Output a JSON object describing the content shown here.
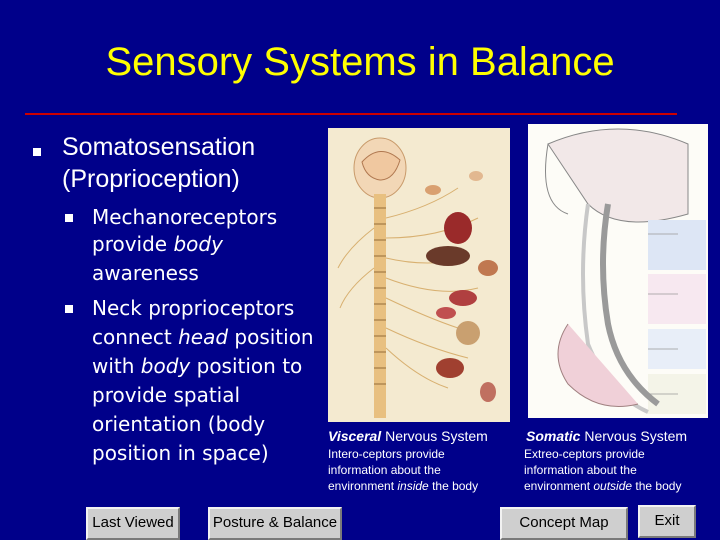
{
  "slide": {
    "title": "Sensory Systems in Balance",
    "bullet1": {
      "line1": "Somatosensation",
      "line2": "(Proprioception)"
    },
    "sub1": {
      "l1": "Mechanoreceptors",
      "l2a": "provide ",
      "l2b": "body",
      "l3": "awareness"
    },
    "sub2": {
      "l1": "Neck proprioceptors",
      "l2a": "connect ",
      "l2b": "head",
      "l2c": " position",
      "l3a": "with ",
      "l3b": "body",
      "l3c": " position to",
      "l4": "provide spatial",
      "l5": "orientation (body",
      "l6": "position in space)"
    }
  },
  "figures": {
    "visceral": {
      "heading_em": "Visceral",
      "heading_rest": " Nervous System",
      "l1": "Intero-ceptors provide",
      "l2": "information about the",
      "l3a": "environment ",
      "l3b": "inside",
      "l3c": " the body"
    },
    "somatic": {
      "heading_em": "Somatic",
      "heading_rest": " Nervous System",
      "l1": "Extreo-ceptors provide",
      "l2": "information about the",
      "l3a": "environment ",
      "l3b": "outside",
      "l3c": " the body"
    }
  },
  "nav": {
    "last_viewed": "Last Viewed",
    "posture_balance": "Posture & Balance",
    "concept_map": "Concept Map",
    "exit": "Exit"
  },
  "colors": {
    "background": "#00008a",
    "title": "#ffff00",
    "rule": "#cc0000",
    "button": "#cfcfcf"
  }
}
